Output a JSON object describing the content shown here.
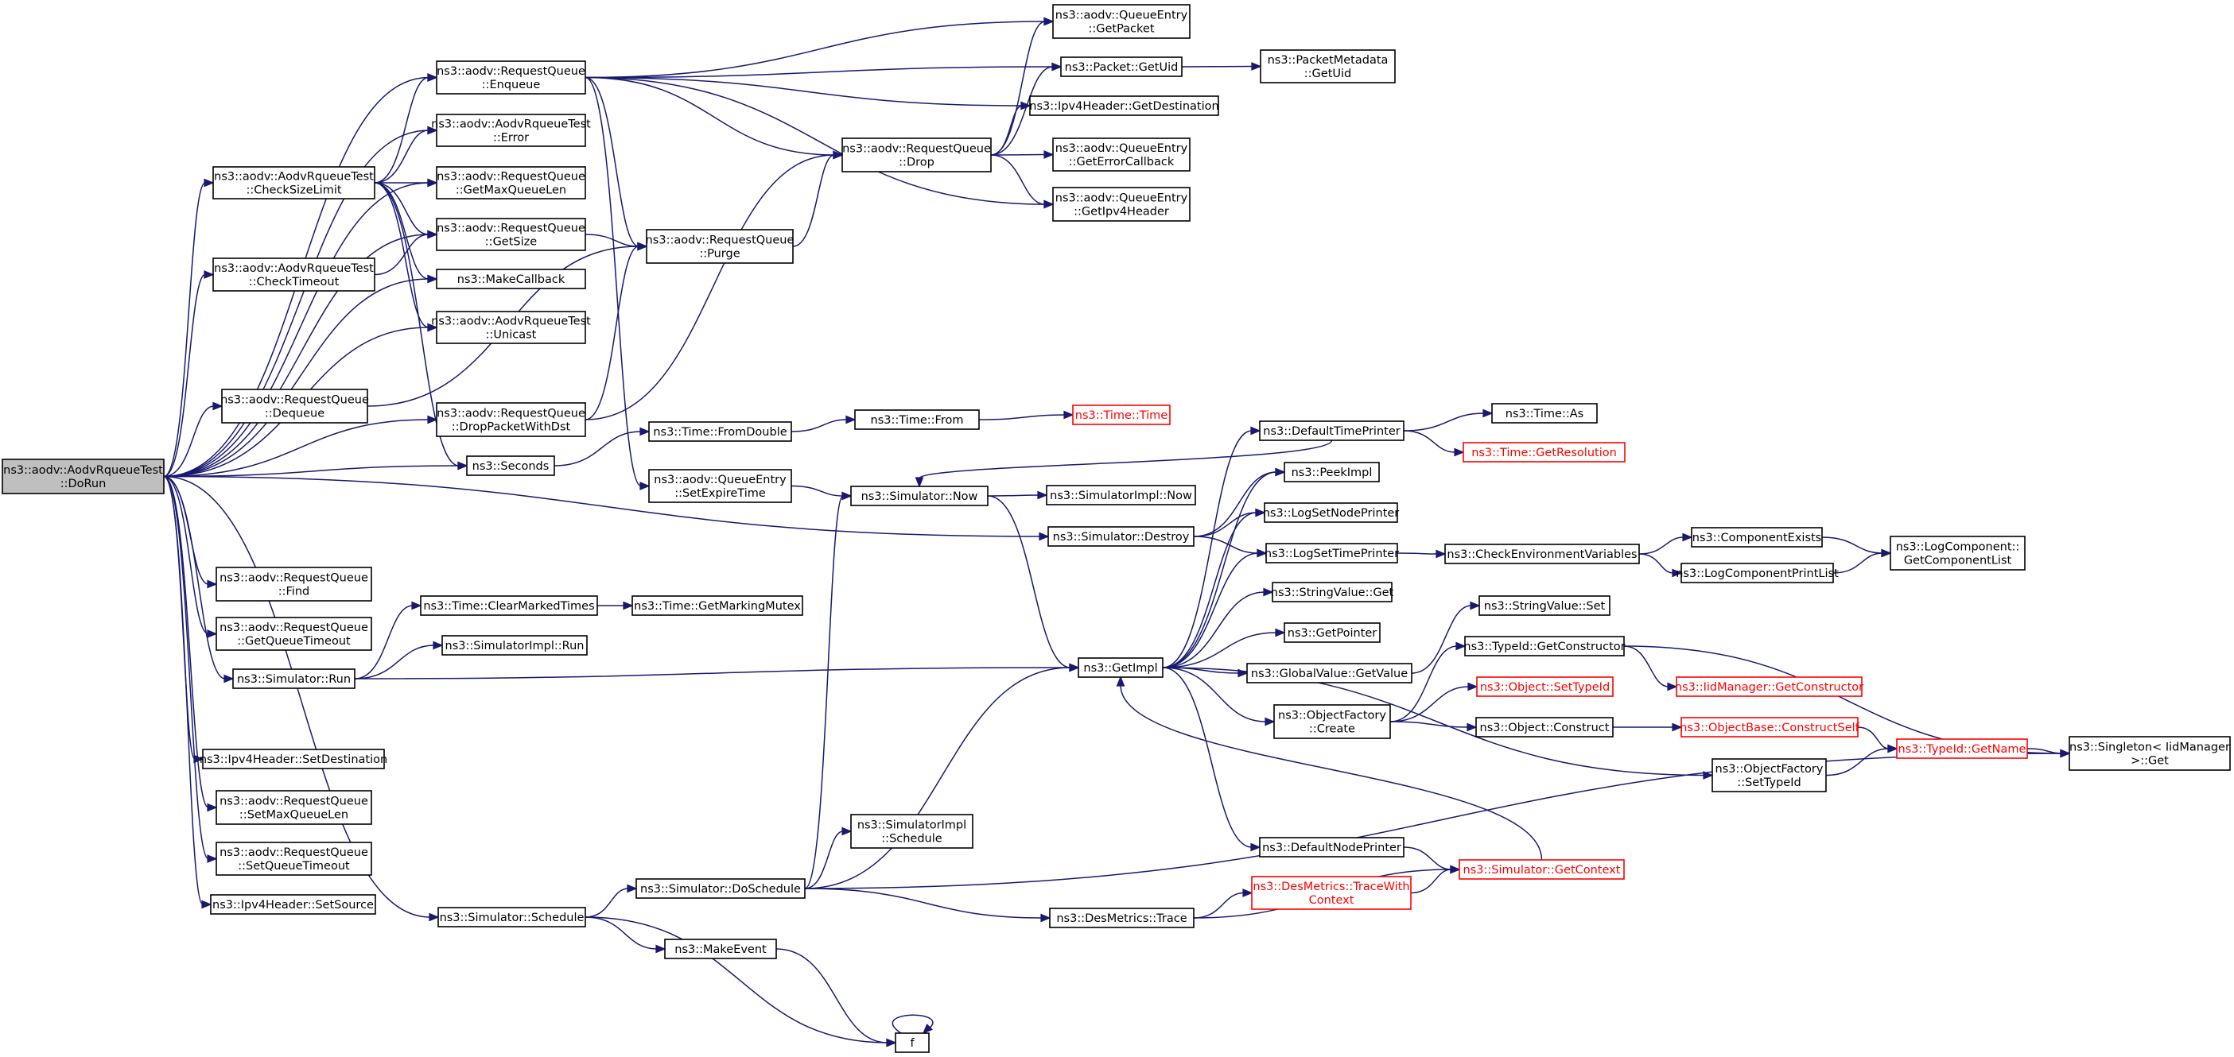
{
  "graph": {
    "nodes": [
      {
        "id": "DoRun",
        "lines": [
          "ns3::aodv::AodvRqueueTest",
          "::DoRun"
        ],
        "style": "root"
      },
      {
        "id": "Enqueue",
        "lines": [
          "ns3::aodv::RequestQueue",
          "::Enqueue"
        ]
      },
      {
        "id": "Error",
        "lines": [
          "ns3::aodv::AodvRqueueTest",
          "::Error"
        ]
      },
      {
        "id": "CheckSizeLimit",
        "lines": [
          "ns3::aodv::AodvRqueueTest",
          "::CheckSizeLimit"
        ]
      },
      {
        "id": "GetMaxQueueLen",
        "lines": [
          "ns3::aodv::RequestQueue",
          "::GetMaxQueueLen"
        ]
      },
      {
        "id": "GetSize",
        "lines": [
          "ns3::aodv::RequestQueue",
          "::GetSize"
        ]
      },
      {
        "id": "CheckTimeout",
        "lines": [
          "ns3::aodv::AodvRqueueTest",
          "::CheckTimeout"
        ]
      },
      {
        "id": "MakeCallback",
        "lines": [
          "ns3::MakeCallback"
        ]
      },
      {
        "id": "Unicast",
        "lines": [
          "ns3::aodv::AodvRqueueTest",
          "::Unicast"
        ]
      },
      {
        "id": "Dequeue",
        "lines": [
          "ns3::aodv::RequestQueue",
          "::Dequeue"
        ]
      },
      {
        "id": "DropPacketWithDst",
        "lines": [
          "ns3::aodv::RequestQueue",
          "::DropPacketWithDst"
        ]
      },
      {
        "id": "Seconds",
        "lines": [
          "ns3::Seconds"
        ]
      },
      {
        "id": "Find",
        "lines": [
          "ns3::aodv::RequestQueue",
          "::Find"
        ]
      },
      {
        "id": "GetQueueTimeout",
        "lines": [
          "ns3::aodv::RequestQueue",
          "::GetQueueTimeout"
        ]
      },
      {
        "id": "SimRun",
        "lines": [
          "ns3::Simulator::Run"
        ]
      },
      {
        "id": "SetDestination",
        "lines": [
          "ns3::Ipv4Header::SetDestination"
        ]
      },
      {
        "id": "SetMaxQueueLen",
        "lines": [
          "ns3::aodv::RequestQueue",
          "::SetMaxQueueLen"
        ]
      },
      {
        "id": "SetQueueTimeout",
        "lines": [
          "ns3::aodv::RequestQueue",
          "::SetQueueTimeout"
        ]
      },
      {
        "id": "SetSource",
        "lines": [
          "ns3::Ipv4Header::SetSource"
        ]
      },
      {
        "id": "Schedule",
        "lines": [
          "ns3::Simulator::Schedule"
        ]
      },
      {
        "id": "Purge",
        "lines": [
          "ns3::aodv::RequestQueue",
          "::Purge"
        ]
      },
      {
        "id": "FromDouble",
        "lines": [
          "ns3::Time::FromDouble"
        ]
      },
      {
        "id": "SetExpireTime",
        "lines": [
          "ns3::aodv::QueueEntry",
          "::SetExpireTime"
        ]
      },
      {
        "id": "ClearMarkedTimes",
        "lines": [
          "ns3::Time::ClearMarkedTimes"
        ]
      },
      {
        "id": "SimImplRun",
        "lines": [
          "ns3::SimulatorImpl::Run"
        ]
      },
      {
        "id": "DoSchedule",
        "lines": [
          "ns3::Simulator::DoSchedule"
        ]
      },
      {
        "id": "MakeEvent",
        "lines": [
          "ns3::MakeEvent"
        ]
      },
      {
        "id": "f",
        "lines": [
          "f"
        ]
      },
      {
        "id": "Drop",
        "lines": [
          "ns3::aodv::RequestQueue",
          "::Drop"
        ]
      },
      {
        "id": "TimeFrom",
        "lines": [
          "ns3::Time::From"
        ]
      },
      {
        "id": "GetMarkingMutex",
        "lines": [
          "ns3::Time::GetMarkingMutex"
        ]
      },
      {
        "id": "SimNow",
        "lines": [
          "ns3::Simulator::Now"
        ]
      },
      {
        "id": "SimImplSchedule",
        "lines": [
          "ns3::SimulatorImpl",
          "::Schedule"
        ]
      },
      {
        "id": "QEGetPacket",
        "lines": [
          "ns3::aodv::QueueEntry",
          "::GetPacket"
        ]
      },
      {
        "id": "PacketGetUid",
        "lines": [
          "ns3::Packet::GetUid"
        ]
      },
      {
        "id": "Ipv4GetDestination",
        "lines": [
          "ns3::Ipv4Header::GetDestination"
        ]
      },
      {
        "id": "GetErrorCallback",
        "lines": [
          "ns3::aodv::QueueEntry",
          "::GetErrorCallback"
        ]
      },
      {
        "id": "GetIpv4Header",
        "lines": [
          "ns3::aodv::QueueEntry",
          "::GetIpv4Header"
        ]
      },
      {
        "id": "TimeTime",
        "lines": [
          "ns3::Time::Time"
        ],
        "style": "red"
      },
      {
        "id": "SimImplNow",
        "lines": [
          "ns3::SimulatorImpl::Now"
        ]
      },
      {
        "id": "SimDestroy",
        "lines": [
          "ns3::Simulator::Destroy"
        ]
      },
      {
        "id": "GetImpl",
        "lines": [
          "ns3::GetImpl"
        ]
      },
      {
        "id": "DesTrace",
        "lines": [
          "ns3::DesMetrics::Trace"
        ]
      },
      {
        "id": "PacketMetadataGetUid",
        "lines": [
          "ns3::PacketMetadata",
          "::GetUid"
        ]
      },
      {
        "id": "DefaultTimePrinter",
        "lines": [
          "ns3::DefaultTimePrinter"
        ]
      },
      {
        "id": "PeekImpl",
        "lines": [
          "ns3::PeekImpl"
        ]
      },
      {
        "id": "LogSetNodePrinter",
        "lines": [
          "ns3::LogSetNodePrinter"
        ]
      },
      {
        "id": "LogSetTimePrinter",
        "lines": [
          "ns3::LogSetTimePrinter"
        ]
      },
      {
        "id": "StringValueGet",
        "lines": [
          "ns3::StringValue::Get"
        ]
      },
      {
        "id": "GetPointer",
        "lines": [
          "ns3::GetPointer"
        ]
      },
      {
        "id": "GlobalValueGetValue",
        "lines": [
          "ns3::GlobalValue::GetValue"
        ]
      },
      {
        "id": "ObjectFactoryCreate",
        "lines": [
          "ns3::ObjectFactory",
          "::Create"
        ]
      },
      {
        "id": "DefaultNodePrinter",
        "lines": [
          "ns3::DefaultNodePrinter"
        ]
      },
      {
        "id": "TraceWithContext",
        "lines": [
          "ns3::DesMetrics::TraceWith",
          "Context"
        ],
        "style": "red"
      },
      {
        "id": "TimeAs",
        "lines": [
          "ns3::Time::As"
        ]
      },
      {
        "id": "TimeGetResolution",
        "lines": [
          "ns3::Time::GetResolution"
        ],
        "style": "red"
      },
      {
        "id": "CheckEnvVars",
        "lines": [
          "ns3::CheckEnvironmentVariables"
        ]
      },
      {
        "id": "StringValueSet",
        "lines": [
          "ns3::StringValue::Set"
        ]
      },
      {
        "id": "TypeIdGetConstructor",
        "lines": [
          "ns3::TypeId::GetConstructor"
        ]
      },
      {
        "id": "ObjectSetTypeId",
        "lines": [
          "ns3::Object::SetTypeId"
        ],
        "style": "red"
      },
      {
        "id": "ObjectConstruct",
        "lines": [
          "ns3::Object::Construct"
        ]
      },
      {
        "id": "SimGetContext",
        "lines": [
          "ns3::Simulator::GetContext"
        ],
        "style": "red"
      },
      {
        "id": "ComponentExists",
        "lines": [
          "ns3::ComponentExists"
        ]
      },
      {
        "id": "LogComponentPrintList",
        "lines": [
          "ns3::LogComponentPrintList"
        ]
      },
      {
        "id": "IidGetConstructor",
        "lines": [
          "ns3::IidManager::GetConstructor"
        ],
        "style": "red"
      },
      {
        "id": "ObjectBaseConstructSelf",
        "lines": [
          "ns3::ObjectBase::ConstructSelf"
        ],
        "style": "red"
      },
      {
        "id": "ObjectFactorySetTypeId",
        "lines": [
          "ns3::ObjectFactory",
          "::SetTypeId"
        ]
      },
      {
        "id": "GetComponentList",
        "lines": [
          "ns3::LogComponent::",
          "GetComponentList"
        ]
      },
      {
        "id": "TypeIdGetName",
        "lines": [
          "ns3::TypeId::GetName"
        ],
        "style": "red"
      },
      {
        "id": "SingletonGet",
        "lines": [
          "ns3::Singleton< IidManager",
          " >::Get"
        ]
      }
    ],
    "edges": [
      [
        "DoRun",
        "Enqueue"
      ],
      [
        "DoRun",
        "Error"
      ],
      [
        "DoRun",
        "CheckSizeLimit"
      ],
      [
        "DoRun",
        "GetMaxQueueLen"
      ],
      [
        "DoRun",
        "GetSize"
      ],
      [
        "DoRun",
        "CheckTimeout"
      ],
      [
        "DoRun",
        "MakeCallback"
      ],
      [
        "DoRun",
        "Unicast"
      ],
      [
        "DoRun",
        "Dequeue"
      ],
      [
        "DoRun",
        "DropPacketWithDst"
      ],
      [
        "DoRun",
        "Seconds"
      ],
      [
        "DoRun",
        "SimDestroy"
      ],
      [
        "DoRun",
        "Find"
      ],
      [
        "DoRun",
        "GetQueueTimeout"
      ],
      [
        "DoRun",
        "SimRun"
      ],
      [
        "DoRun",
        "Schedule"
      ],
      [
        "DoRun",
        "SetDestination"
      ],
      [
        "DoRun",
        "SetMaxQueueLen"
      ],
      [
        "DoRun",
        "SetQueueTimeout"
      ],
      [
        "DoRun",
        "SetSource"
      ],
      [
        "CheckSizeLimit",
        "Enqueue"
      ],
      [
        "CheckSizeLimit",
        "Error"
      ],
      [
        "CheckSizeLimit",
        "GetMaxQueueLen"
      ],
      [
        "CheckSizeLimit",
        "GetSize"
      ],
      [
        "CheckSizeLimit",
        "MakeCallback"
      ],
      [
        "CheckSizeLimit",
        "Unicast"
      ],
      [
        "CheckSizeLimit",
        "Seconds"
      ],
      [
        "CheckTimeout",
        "GetSize"
      ],
      [
        "Enqueue",
        "QEGetPacket"
      ],
      [
        "Enqueue",
        "PacketGetUid"
      ],
      [
        "Enqueue",
        "Ipv4GetDestination"
      ],
      [
        "Enqueue",
        "Drop"
      ],
      [
        "Enqueue",
        "GetIpv4Header"
      ],
      [
        "Enqueue",
        "Purge"
      ],
      [
        "Enqueue",
        "SetExpireTime"
      ],
      [
        "GetSize",
        "Purge"
      ],
      [
        "Dequeue",
        "Purge"
      ],
      [
        "DropPacketWithDst",
        "Purge"
      ],
      [
        "DropPacketWithDst",
        "Drop"
      ],
      [
        "Purge",
        "Drop"
      ],
      [
        "Drop",
        "QEGetPacket"
      ],
      [
        "Drop",
        "PacketGetUid"
      ],
      [
        "Drop",
        "Ipv4GetDestination"
      ],
      [
        "Drop",
        "GetErrorCallback"
      ],
      [
        "Drop",
        "GetIpv4Header"
      ],
      [
        "PacketGetUid",
        "PacketMetadataGetUid"
      ],
      [
        "Seconds",
        "FromDouble"
      ],
      [
        "FromDouble",
        "TimeFrom"
      ],
      [
        "TimeFrom",
        "TimeTime"
      ],
      [
        "SetExpireTime",
        "SimNow"
      ],
      [
        "SimNow",
        "SimImplNow"
      ],
      [
        "SimNow",
        "GetImpl"
      ],
      [
        "SimRun",
        "ClearMarkedTimes"
      ],
      [
        "SimRun",
        "SimImplRun"
      ],
      [
        "SimRun",
        "GetImpl"
      ],
      [
        "ClearMarkedTimes",
        "GetMarkingMutex"
      ],
      [
        "Schedule",
        "DoSchedule"
      ],
      [
        "Schedule",
        "MakeEvent"
      ],
      [
        "Schedule",
        "f"
      ],
      [
        "MakeEvent",
        "f"
      ],
      [
        "f",
        "f"
      ],
      [
        "DoSchedule",
        "SimNow"
      ],
      [
        "DoSchedule",
        "SimImplSchedule"
      ],
      [
        "DoSchedule",
        "GetImpl"
      ],
      [
        "DoSchedule",
        "DesTrace"
      ],
      [
        "DoSchedule",
        "SingletonGet"
      ],
      [
        "DesTrace",
        "TraceWithContext"
      ],
      [
        "DesTrace",
        "SimGetContext"
      ],
      [
        "TraceWithContext",
        "SimGetContext"
      ],
      [
        "SimDestroy",
        "PeekImpl"
      ],
      [
        "SimDestroy",
        "LogSetNodePrinter"
      ],
      [
        "SimDestroy",
        "LogSetTimePrinter"
      ],
      [
        "DefaultTimePrinter",
        "SimNow"
      ],
      [
        "DefaultTimePrinter",
        "TimeAs"
      ],
      [
        "DefaultTimePrinter",
        "TimeGetResolution"
      ],
      [
        "GetImpl",
        "DefaultTimePrinter"
      ],
      [
        "GetImpl",
        "PeekImpl"
      ],
      [
        "GetImpl",
        "LogSetNodePrinter"
      ],
      [
        "GetImpl",
        "LogSetTimePrinter"
      ],
      [
        "GetImpl",
        "StringValueGet"
      ],
      [
        "GetImpl",
        "GetPointer"
      ],
      [
        "GetImpl",
        "GlobalValueGetValue"
      ],
      [
        "GetImpl",
        "ObjectFactoryCreate"
      ],
      [
        "GetImpl",
        "ObjectFactorySetTypeId"
      ],
      [
        "GetImpl",
        "DefaultNodePrinter"
      ],
      [
        "SimGetContext",
        "GetImpl"
      ],
      [
        "DefaultNodePrinter",
        "SimGetContext"
      ],
      [
        "LogSetTimePrinter",
        "CheckEnvVars"
      ],
      [
        "CheckEnvVars",
        "ComponentExists"
      ],
      [
        "CheckEnvVars",
        "LogComponentPrintList"
      ],
      [
        "ComponentExists",
        "GetComponentList"
      ],
      [
        "LogComponentPrintList",
        "GetComponentList"
      ],
      [
        "GlobalValueGetValue",
        "StringValueSet"
      ],
      [
        "ObjectFactoryCreate",
        "TypeIdGetConstructor"
      ],
      [
        "ObjectFactoryCreate",
        "ObjectSetTypeId"
      ],
      [
        "ObjectFactoryCreate",
        "ObjectConstruct"
      ],
      [
        "TypeIdGetConstructor",
        "IidGetConstructor"
      ],
      [
        "TypeIdGetConstructor",
        "SingletonGet"
      ],
      [
        "ObjectConstruct",
        "ObjectBaseConstructSelf"
      ],
      [
        "ObjectBaseConstructSelf",
        "TypeIdGetName"
      ],
      [
        "ObjectFactorySetTypeId",
        "TypeIdGetName"
      ],
      [
        "TypeIdGetName",
        "SingletonGet"
      ]
    ]
  },
  "colors": {
    "edge": "#191970",
    "node_border": "#000000",
    "node_border_incomplete": "#ff0000",
    "node_fill": "#ffffff",
    "root_fill": "#bfbfbf"
  }
}
